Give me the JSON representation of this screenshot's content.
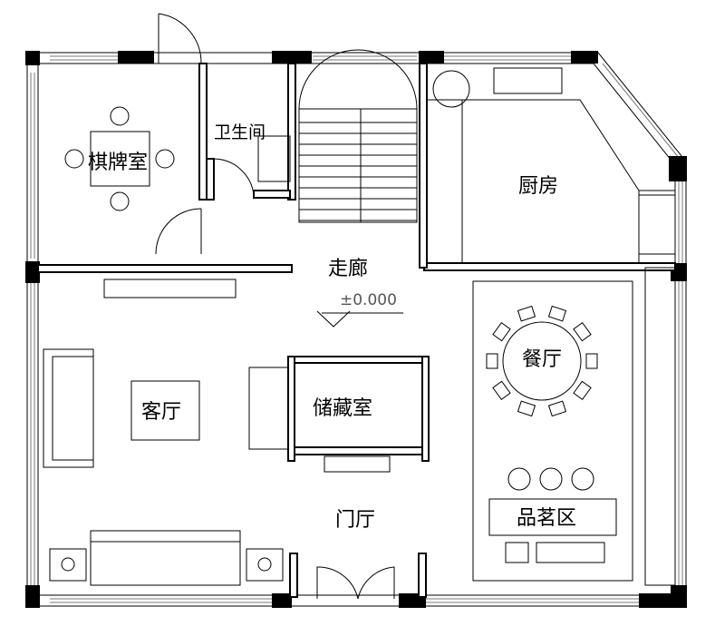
{
  "rooms": {
    "chess_room": "棋牌室",
    "bathroom": "卫生间",
    "kitchen": "厨房",
    "corridor": "走廊",
    "living_room": "客厅",
    "storage": "储藏室",
    "dining": "餐厅",
    "foyer": "门厅",
    "tea_area": "品茗区"
  },
  "elevation": "±0.000"
}
